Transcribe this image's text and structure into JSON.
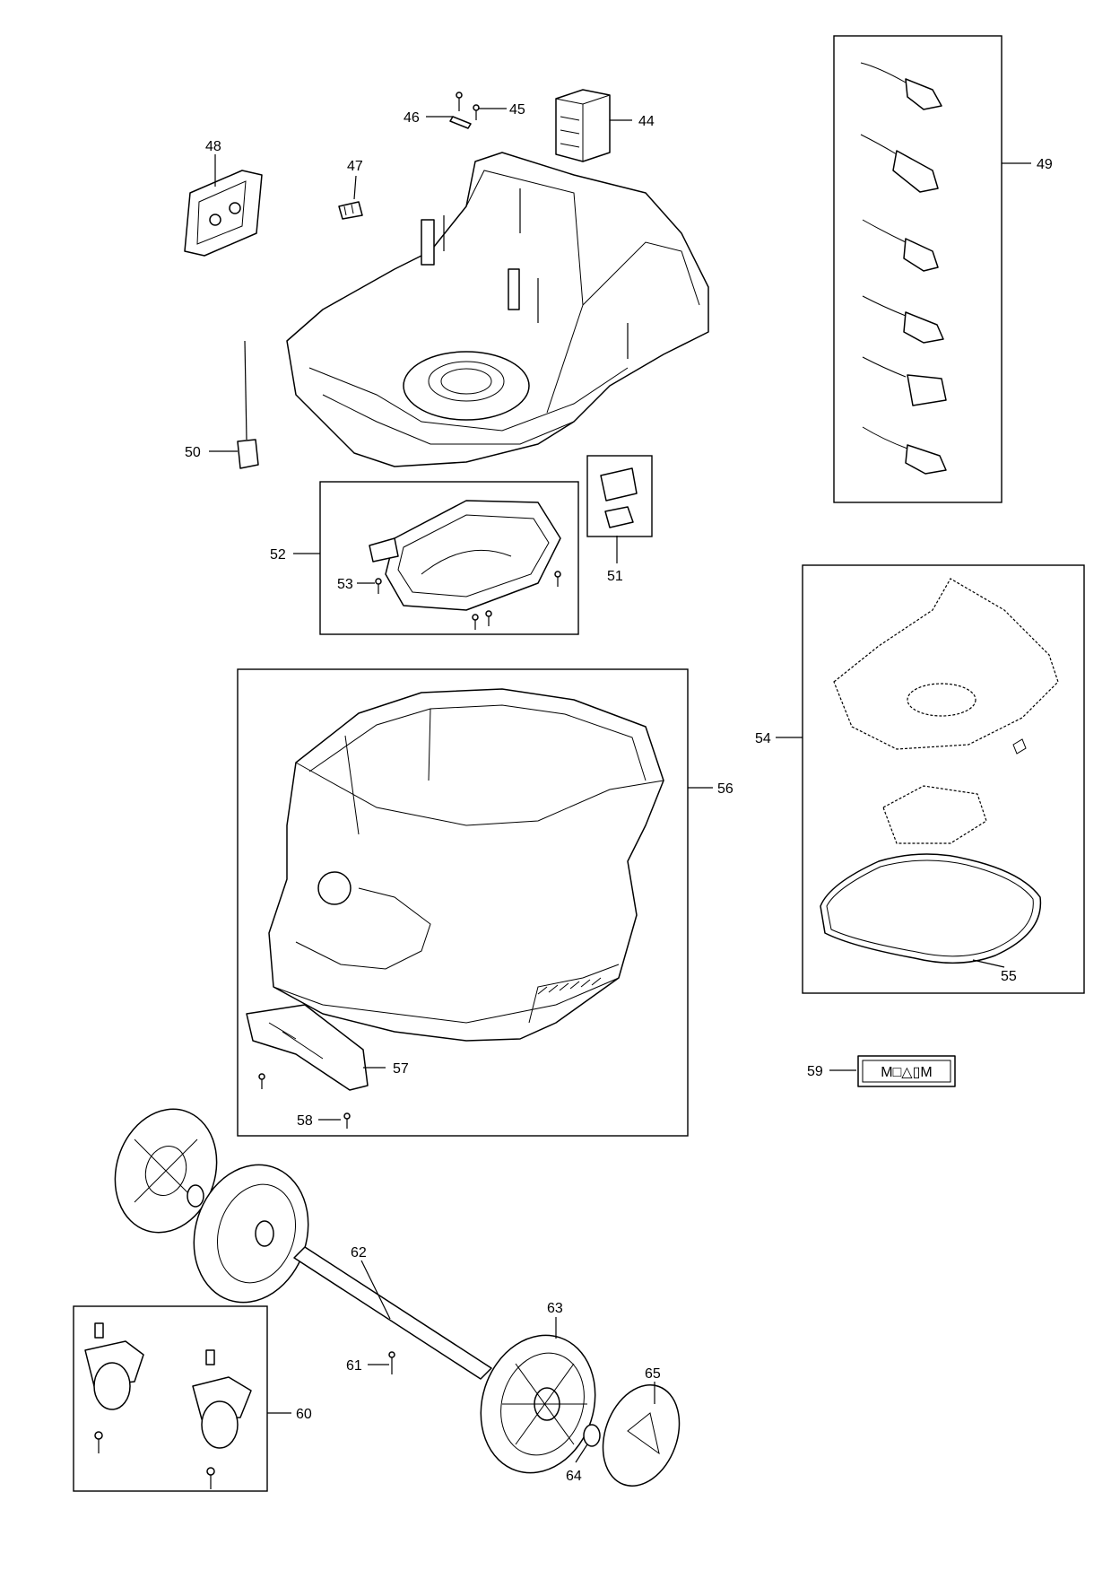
{
  "labels": {
    "p44": "44",
    "p45": "45",
    "p46": "46",
    "p47": "47",
    "p48": "48",
    "p49": "49",
    "p50": "50",
    "p51": "51",
    "p52": "52",
    "p53": "53",
    "p54": "54",
    "p55": "55",
    "p56": "56",
    "p57": "57",
    "p58": "58",
    "p59": "59",
    "p60": "60",
    "p61": "61",
    "p62": "62",
    "p63": "63",
    "p64": "64",
    "p65": "65"
  },
  "label59_text": "M□△▯M"
}
